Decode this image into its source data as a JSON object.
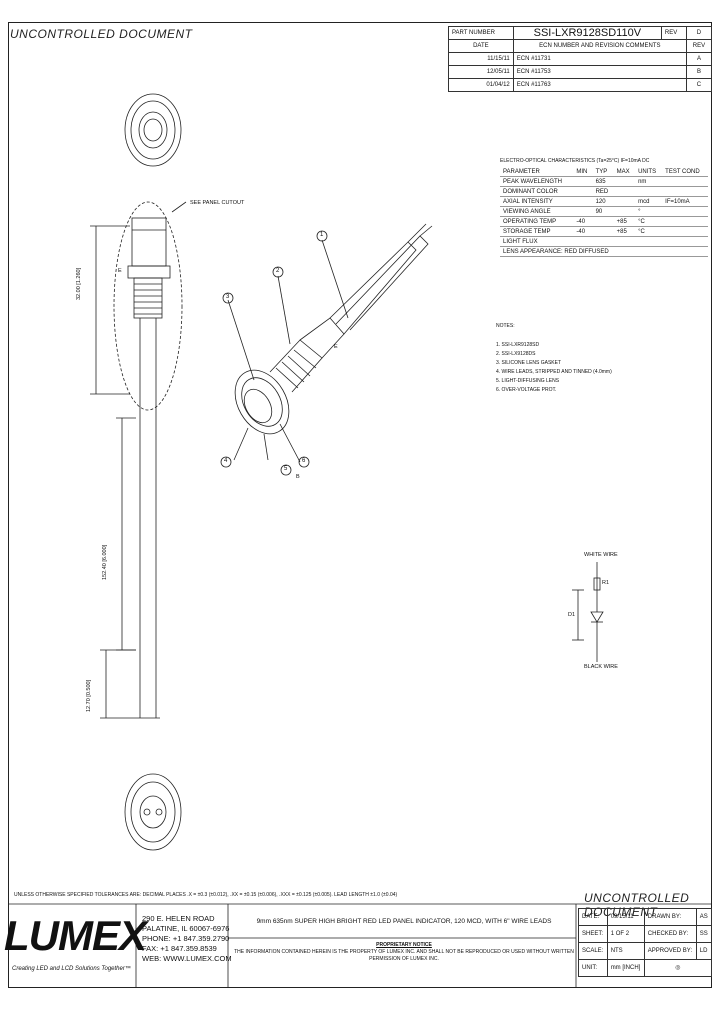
{
  "header": {
    "uncontrolled_top": "UNCONTROLLED DOCUMENT",
    "uncontrolled_bottom": "UNCONTROLLED DOCUMENT"
  },
  "revision_table": {
    "part_number_label": "PART NUMBER",
    "part_number": "SSI-LXR9128SD110V",
    "rev_label": "REV",
    "rev_value": "D",
    "date_label": "DATE",
    "ecn_header": "ECN NUMBER AND REVISION COMMENTS",
    "rev_col": "REV",
    "rows": [
      {
        "date": "11/15/11",
        "comment": "ECN #11731",
        "rev": "A"
      },
      {
        "date": "12/05/11",
        "comment": "ECN #11753",
        "rev": "B"
      },
      {
        "date": "01/04/12",
        "comment": "ECN #11763",
        "rev": "C"
      }
    ]
  },
  "optics": {
    "title": "ELECTRO-OPTICAL CHARACTERISTICS (Ta=25°C)    IF=10mA DC",
    "headers": [
      "PARAMETER",
      "MIN",
      "TYP",
      "MAX",
      "UNITS",
      "TEST COND"
    ],
    "rows": [
      [
        "PEAK WAVELENGTH",
        "",
        "635",
        "",
        "nm",
        ""
      ],
      [
        "DOMINANT COLOR",
        "",
        "RED",
        "",
        "",
        ""
      ],
      [
        "AXIAL INTENSITY",
        "",
        "120",
        "",
        "mcd",
        "IF=10mA"
      ],
      [
        "VIEWING ANGLE",
        "",
        "90",
        "",
        "°",
        ""
      ],
      [
        "OPERATING TEMP",
        "-40",
        "",
        "+85",
        "°C",
        ""
      ],
      [
        "STORAGE TEMP",
        "-40",
        "",
        "+85",
        "°C",
        ""
      ],
      [
        "LIGHT FLUX",
        "",
        "",
        "",
        "",
        ""
      ],
      [
        "LENS APPEARANCE: RED DIFFUSED",
        "",
        "",
        "",
        "",
        ""
      ]
    ]
  },
  "notes": {
    "title": "NOTES:",
    "items": [
      "1. SSI-LXR9128SD",
      "2. SSI-LX9128DS",
      "3. SILICONE LENS GASKET",
      "4. WIRE LEADS, STRIPPED AND TINNED (4.0mm)",
      "5. LIGHT-DIFFUSING LENS",
      "6. OVER-VOLTAGE PROT."
    ]
  },
  "schematic": {
    "top_label": "WHITE WIRE",
    "res_label": "R1",
    "side_label": "D1",
    "bottom_label": "BLACK WIRE"
  },
  "drawing_labels": {
    "panel_hole": "SEE PANEL CUTOUT",
    "dim_a": "32.00 [1.260]",
    "dim_b": "152.40 [6.000]",
    "dim_c": "12.70 [0.500]",
    "letter_e": "E",
    "letter_b": "B",
    "callouts": [
      "1",
      "2",
      "3",
      "4",
      "5",
      "6"
    ]
  },
  "title_block": {
    "tolerances": "UNLESS OTHERWISE SPECIFIED TOLERANCES ARE: DECIMAL PLACES .X = ±0.3 (±0.012), .XX = ±0.15 (±0.006), .XXX = ±0.125 (±0.005). LEAD LENGTH ±1.0 (±0.04)",
    "company": "LUMEX",
    "tagline": "Creating LED and LCD Solutions Together™",
    "address": [
      "290 E. HELEN ROAD",
      "PALATINE, IL 60067-6976",
      "PHONE: +1 847.359.2790",
      "FAX: +1 847.359.8539",
      "WEB: WWW.LUMEX.COM"
    ],
    "description": "9mm 635nm SUPER HIGH BRIGHT RED LED PANEL INDICATOR, 120 MCD, WITH 6\" WIRE LEADS",
    "proprietary_title": "PROPRIETARY NOTICE",
    "proprietary_text": "THE INFORMATION CONTAINED HEREIN IS THE PROPERTY OF LUMEX INC. AND SHALL NOT BE REPRODUCED OR USED WITHOUT WRITTEN PERMISSION OF LUMEX INC.",
    "date_label": "DATE:",
    "date_value": "09/15/11",
    "drawn_label": "DRAWN BY:",
    "drawn_value": "AS",
    "sheet_label": "SHEET:",
    "sheet_value": "1 OF 2",
    "checked_label": "CHECKED BY:",
    "checked_value": "SS",
    "scale_label": "SCALE:",
    "scale_value": "NTS",
    "approved_label": "APPROVED BY:",
    "approved_value": "LD",
    "unit_label": "UNIT:",
    "unit_value": "mm [INCH]"
  }
}
